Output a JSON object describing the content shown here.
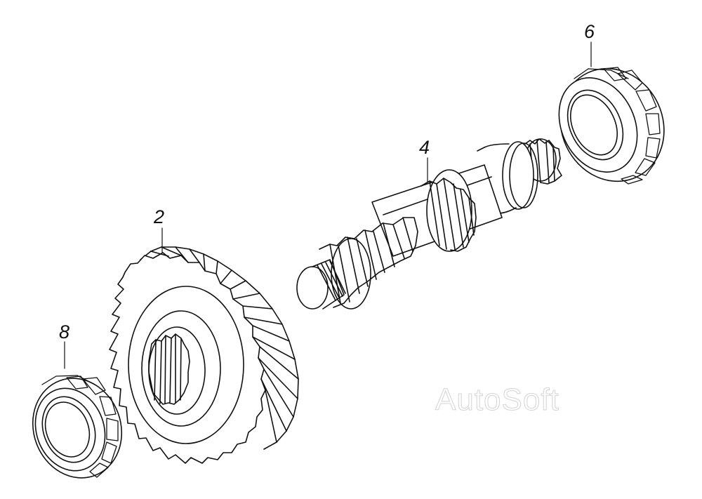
{
  "diagram": {
    "callouts": {
      "part_2": "2",
      "part_4": "4",
      "part_6": "6",
      "part_8": "8"
    },
    "watermark_text": "AutoSoft",
    "line_color": "#111111",
    "watermark_color": "#d4d4d4"
  }
}
